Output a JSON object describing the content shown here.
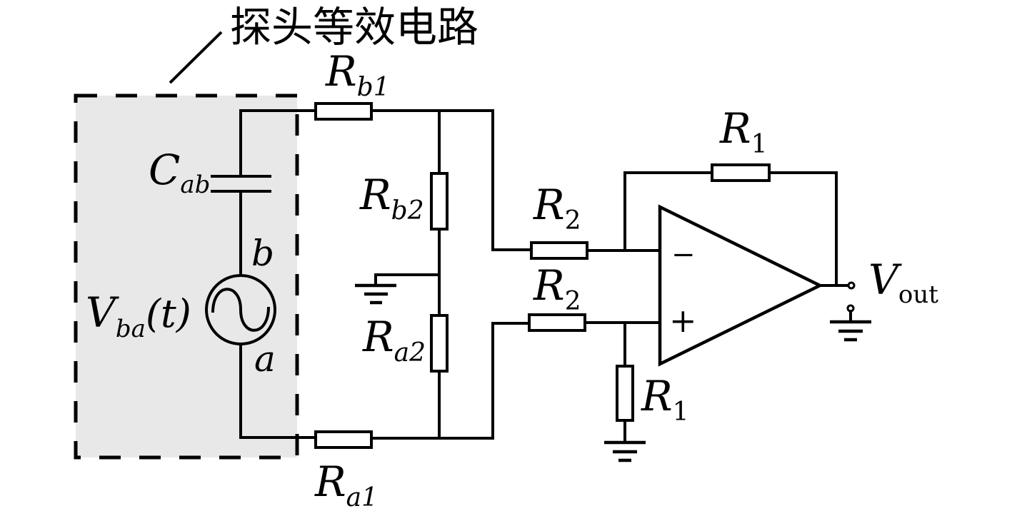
{
  "diagram": {
    "title": "探头等效电路",
    "probe_box_fill": "#e8e8e8",
    "components": {
      "Rb1": {
        "main": "R",
        "sub": "b1"
      },
      "Ra1": {
        "main": "R",
        "sub": "a1"
      },
      "Rb2": {
        "main": "R",
        "sub": "b2"
      },
      "Ra2": {
        "main": "R",
        "sub": "a2"
      },
      "R2_top": {
        "main": "R",
        "sub": "2"
      },
      "R2_bottom": {
        "main": "R",
        "sub": "2"
      },
      "R1_feedback": {
        "main": "R",
        "sub": "1"
      },
      "R1_ground": {
        "main": "R",
        "sub": "1"
      },
      "Cab": {
        "main": "C",
        "sub": "ab"
      },
      "source": {
        "main": "V",
        "sub": "ba",
        "arg": "(t)"
      },
      "node_b": "b",
      "node_a": "a",
      "vout": {
        "main": "V",
        "sub": "out"
      }
    },
    "opamp": {
      "minus": "−",
      "plus": "+"
    }
  }
}
